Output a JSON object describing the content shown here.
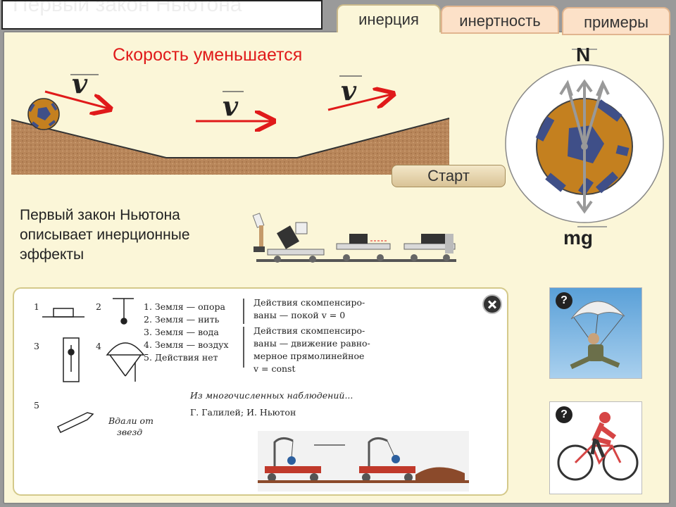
{
  "header": {
    "title": "Первый закон Ньютона",
    "tabs": [
      {
        "label": "инерция",
        "state": "active"
      },
      {
        "label": "инертность",
        "state": "inactive"
      },
      {
        "label": "примеры",
        "state": "inactive"
      }
    ]
  },
  "scene": {
    "heading": "Скорость уменьшается",
    "velocity_symbol": "v",
    "start_button": "Старт",
    "force_normal": "N",
    "force_gravity": "mg"
  },
  "description": {
    "lines": [
      "Первый закон Ньютона",
      "описывает инерционные",
      "эффекты"
    ]
  },
  "popup": {
    "numbers": [
      "1",
      "2",
      "3",
      "4",
      "5"
    ],
    "items": [
      "1. Земля — опора",
      "2. Земля — нить",
      "3. Земля — вода",
      "4. Земля — воздух",
      "5. Действия нет"
    ],
    "result_1_lines": [
      "Действия скомпенсиро-",
      "ваны — покой  v = 0"
    ],
    "result_2_lines": [
      "Действия скомпенсиро-",
      "ваны — движение равно-",
      "мерное прямолинейное",
      "v = const"
    ],
    "caption": "Из многочисленных наблюдений...",
    "authors": "Г. Галилей;  И. Ньютон",
    "far_from_stars_lines": [
      "Вдали от",
      "звезд"
    ]
  },
  "examples": {
    "help_symbol": "?",
    "items": [
      "parachutist",
      "cyclist"
    ]
  },
  "colors": {
    "panel": "#fbf6d8",
    "accent_red": "#e01a1a",
    "ground": "#b8865a",
    "ball": "#c4801f"
  }
}
